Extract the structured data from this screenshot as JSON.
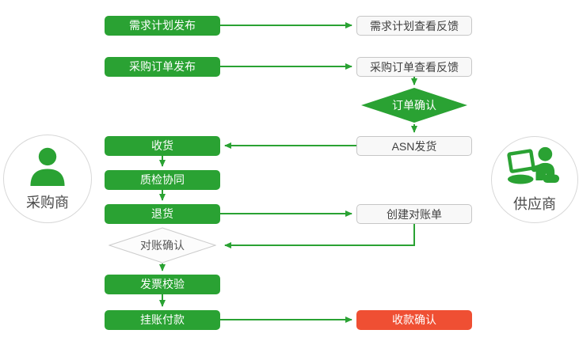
{
  "colors": {
    "green": "#2aa233",
    "red": "#ef4f33",
    "white_node_bg": "#f8f8f8",
    "white_node_border": "#c6c6c6",
    "diamond_gray_border": "#cccccc",
    "text_dark": "#404040",
    "circle_border": "#d8d8d8"
  },
  "actors": {
    "buyer": {
      "label": "采购商"
    },
    "supplier": {
      "label": "供应商"
    }
  },
  "nodes": {
    "demand_plan_publish": {
      "label": "需求计划发布"
    },
    "demand_plan_feedback": {
      "label": "需求计划查看反馈"
    },
    "po_publish": {
      "label": "采购订单发布"
    },
    "po_feedback": {
      "label": "采购订单查看反馈"
    },
    "order_confirm": {
      "label": "订单确认"
    },
    "receive_goods": {
      "label": "收货"
    },
    "asn_ship": {
      "label": "ASN发货"
    },
    "quality_collab": {
      "label": "质检协同"
    },
    "return_goods": {
      "label": "退货"
    },
    "create_statement": {
      "label": "创建对账单"
    },
    "recon_confirm": {
      "label": "对账确认"
    },
    "invoice_verify": {
      "label": "发票校验"
    },
    "book_payment": {
      "label": "挂账付款"
    },
    "receipt_confirm": {
      "label": "收款确认"
    }
  },
  "edges": [
    {
      "from": "demand_plan_publish",
      "to": "demand_plan_feedback"
    },
    {
      "from": "po_publish",
      "to": "po_feedback"
    },
    {
      "from": "po_feedback",
      "to": "order_confirm"
    },
    {
      "from": "order_confirm",
      "to": "asn_ship"
    },
    {
      "from": "asn_ship",
      "to": "receive_goods"
    },
    {
      "from": "receive_goods",
      "to": "quality_collab"
    },
    {
      "from": "quality_collab",
      "to": "return_goods"
    },
    {
      "from": "return_goods",
      "to": "create_statement"
    },
    {
      "from": "create_statement",
      "to": "recon_confirm"
    },
    {
      "from": "recon_confirm",
      "to": "invoice_verify"
    },
    {
      "from": "invoice_verify",
      "to": "book_payment"
    },
    {
      "from": "book_payment",
      "to": "receipt_confirm"
    }
  ]
}
